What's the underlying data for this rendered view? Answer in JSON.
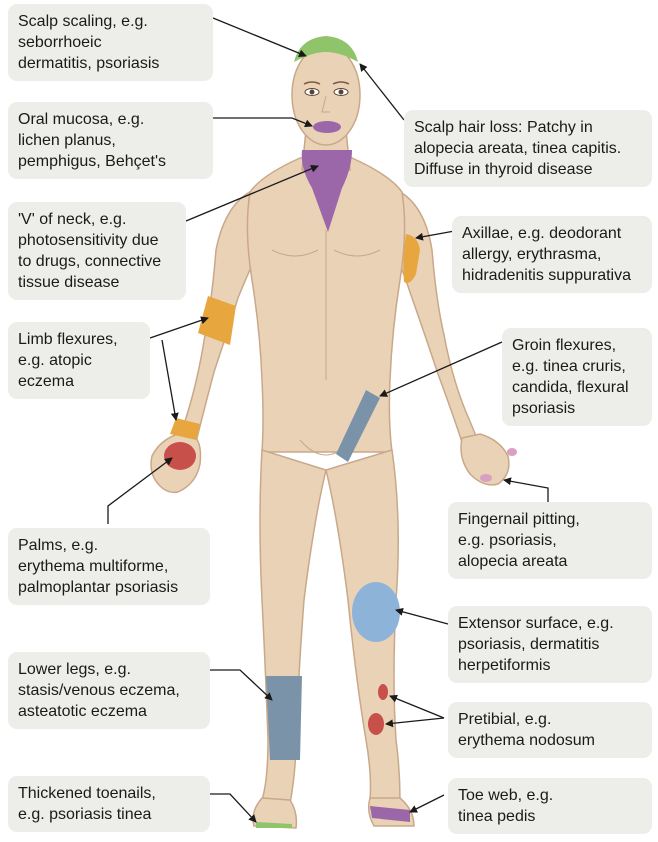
{
  "labels": {
    "scalp_scaling": [
      "Scalp scaling, e.g.",
      "seborrhoeic",
      "dermatitis, psoriasis"
    ],
    "oral_mucosa": [
      "Oral mucosa, e.g.",
      "lichen planus,",
      "pemphigus, Behçet's"
    ],
    "v_neck": [
      "'V' of neck, e.g.",
      "photosensitivity due",
      "to drugs, connective",
      "tissue disease"
    ],
    "limb_flexures": [
      "Limb flexures,",
      "e.g. atopic",
      "eczema"
    ],
    "palms": [
      "Palms, e.g.",
      "erythema multiforme,",
      "palmoplantar psoriasis"
    ],
    "lower_legs": [
      "Lower legs, e.g.",
      "stasis/venous eczema,",
      "asteatotic eczema"
    ],
    "thickened_toenails": [
      "Thickened toenails,",
      "e.g. psoriasis tinea"
    ],
    "scalp_hair_loss": [
      "Scalp hair loss: Patchy in",
      "alopecia areata, tinea capitis.",
      "Diffuse in thyroid disease"
    ],
    "axillae": [
      "Axillae, e.g. deodorant",
      "allergy, erythrasma,",
      "hidradenitis suppurativa"
    ],
    "groin_flexures": [
      "Groin flexures,",
      "e.g. tinea cruris,",
      "candida, flexural",
      "psoriasis"
    ],
    "fingernail_pitting": [
      "Fingernail pitting,",
      "e.g. psoriasis,",
      "alopecia areata"
    ],
    "extensor_surface": [
      "Extensor surface, e.g.",
      "psoriasis, dermatitis",
      "herpetiformis"
    ],
    "pretibial": [
      "Pretibial, e.g.",
      "erythema nodosum"
    ],
    "toe_web": [
      "Toe web, e.g.",
      "tinea pedis"
    ]
  },
  "colors": {
    "label_bg": "#ededea",
    "skin": "#ead2b7",
    "skin_outline": "#c9a88a",
    "green": "#8fc46a",
    "purple": "#9b67a8",
    "orange": "#e8a63f",
    "red": "#c8504a",
    "blue_grey": "#7b93a9",
    "light_blue": "#8eb3d9",
    "pink": "#d9a0c0",
    "arrow": "#1a1a1a"
  }
}
